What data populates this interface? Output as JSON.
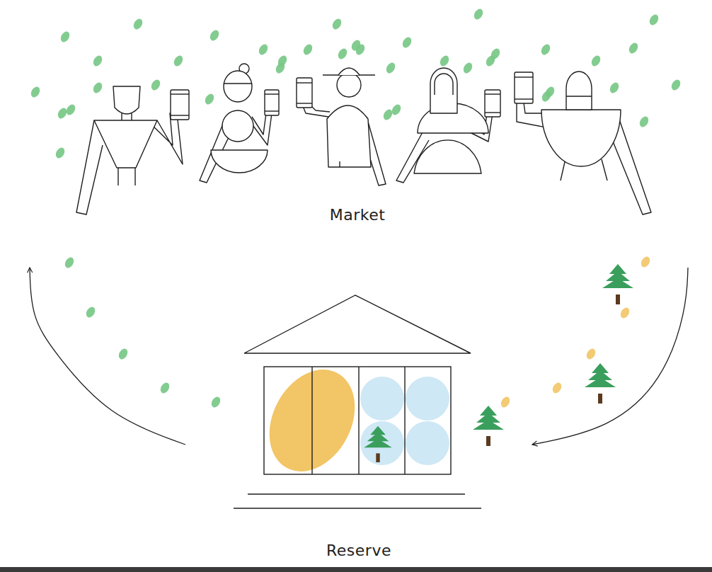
{
  "diagram": {
    "nodes": [
      {
        "text": [
          "Market"
        ]
      },
      {
        "text": [
          "Reserve"
        ]
      }
    ],
    "edges": [
      {
        "from": 0,
        "to": 1,
        "arrow": "to"
      },
      {
        "from": 1,
        "to": 0,
        "arrow": "to"
      }
    ]
  }
}
